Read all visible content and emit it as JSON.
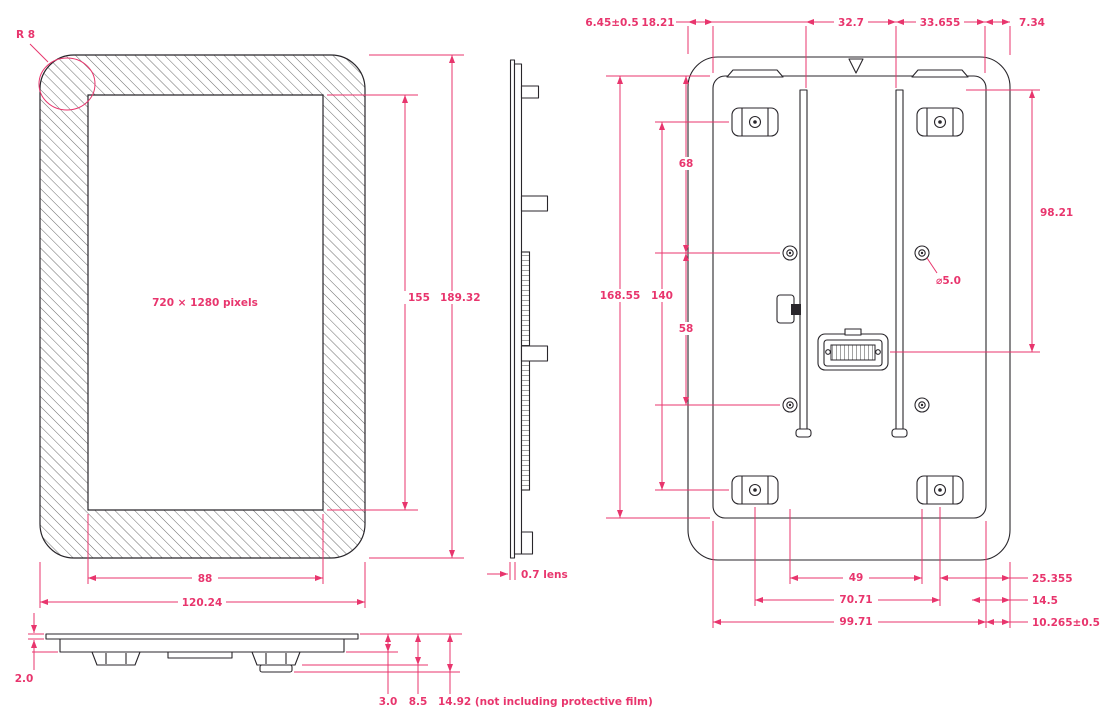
{
  "colors": {
    "dimension": "#e8356d",
    "outline": "#29262b"
  },
  "front_view": {
    "corner_radius": "R 8",
    "screen_label": "720 × 1280 pixels",
    "inner_height": "155",
    "outer_height": "189.32",
    "inner_width": "88",
    "outer_width": "120.24"
  },
  "side_view": {
    "lens": "0.7 lens"
  },
  "back_view": {
    "top_offset_tol": "6.45±0.5",
    "top_offset": "18.21",
    "top_span_left": "32.7",
    "top_span_right": "33.655",
    "top_right_edge": "7.34",
    "left_upper": "68",
    "left_outer": "168.55",
    "left_span": "140",
    "left_lower": "58",
    "right_height": "98.21",
    "hole_diameter": "⌀5.0",
    "bottom_holes": "49",
    "bottom_brackets": "70.71",
    "bottom_panel": "99.71",
    "right_edge_1": "25.355",
    "right_edge_2": "14.5",
    "right_edge_3": "10.265±0.5"
  },
  "bottom_view": {
    "glass_thickness": "2.0",
    "depth_1": "3.0",
    "depth_2": "8.5",
    "depth_3": "14.92 (not including protective film)"
  }
}
